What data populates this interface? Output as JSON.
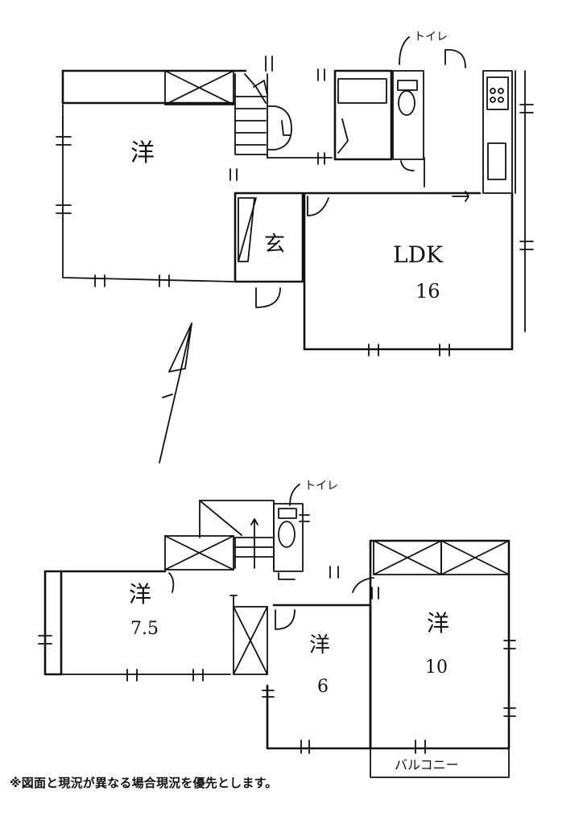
{
  "floor1": {
    "rooms": {
      "western": "洋",
      "entrance": "玄",
      "ldk": "LDK",
      "ldk_size": "16"
    },
    "toilet_label": "トイレ"
  },
  "floor2": {
    "rooms": {
      "western_a": "洋",
      "western_a_size": "7.5",
      "western_b": "洋",
      "western_b_size": "6",
      "western_c": "洋",
      "western_c_size": "10"
    },
    "toilet_label": "トイレ",
    "balcony": "バルコニー"
  },
  "footnote": "※図面と現況が異なる場合現況を優先とします。"
}
